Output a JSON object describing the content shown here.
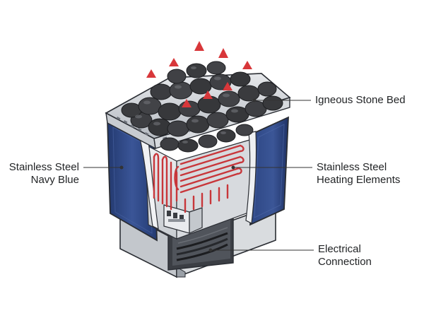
{
  "labels": {
    "stone_bed": "Igneous Stone Bed",
    "casing_line1": "Stainless Steel",
    "casing_line2": "Navy Blue",
    "heating_line1": "Stainless Steel",
    "heating_line2": "Heating Elements",
    "electrical_line1": "Electrical",
    "electrical_line2": "Connection"
  },
  "colors": {
    "navy_panel": "#2f4a86",
    "navy_panel_dark": "#1f3266",
    "steel_light": "#dcdfe3",
    "steel_mid": "#b9bec5",
    "steel_dark": "#8f959d",
    "outline": "#2a2d33",
    "heating_element": "#c8363a",
    "heat_arrow": "#d8373a",
    "stone": "#3a3b3e",
    "stone_highlight": "#5a5c60",
    "leader_line": "#333333",
    "label_text": "#222426"
  }
}
